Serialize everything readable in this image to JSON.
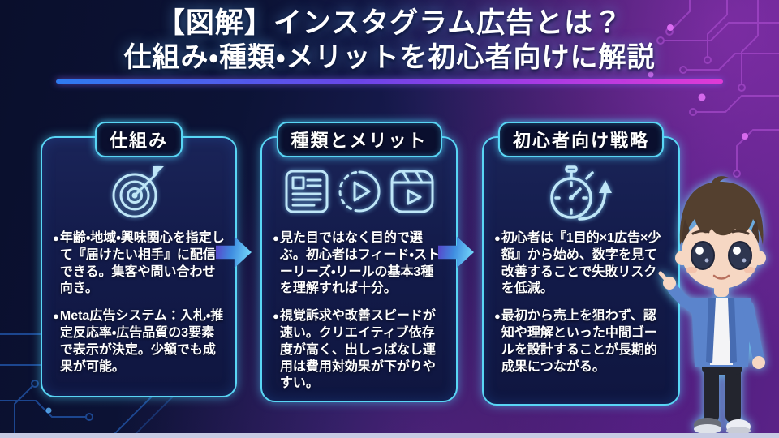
{
  "title": {
    "line1": "【図解】インスタグラム広告とは？",
    "line2": "仕組み・種類・メリットを初心者向けに解説"
  },
  "bullet_marker": "●",
  "cards": [
    {
      "header": "仕組み",
      "icons": [
        "target-dart-icon"
      ],
      "bullets": [
        "年齢・地域・興味関心を指定して『届けたい相手』に配信できる。集客や問い合わせ向き。",
        "Meta広告システム：入札・推定反応率・広告品質の3要素で表示が決定。少額でも成果が可能。"
      ]
    },
    {
      "header": "種類とメリット",
      "icons": [
        "feed-post-icon",
        "stories-play-icon",
        "reels-icon"
      ],
      "bullets": [
        "見た目ではなく目的で選ぶ。初心者はフィード・ストーリーズ・リールの基本3種を理解すれば十分。",
        "視覚訴求や改善スピードが速い。クリエイティブ依存度が高く、出しっぱなし運用は費用対効果が下がりやすい。"
      ]
    },
    {
      "header": "初心者向け戦略",
      "icons": [
        "stopwatch-growth-icon"
      ],
      "bullets": [
        "初心者は『1目的×1広告×少額』から始め、数字を見て改善することで失敗リスクを低減。",
        "最初から売上を狙わず、認知や理解といった中間ゴールを設計することが長期的成果につながる。"
      ]
    }
  ],
  "colors": {
    "background_navy": "#0b1030",
    "background_purple": "#55207f",
    "neon_cyan": "#59d6f5",
    "icon_line_blue": "#bfe6f7",
    "underline_gradient": [
      "#2e7bf0",
      "#6a46e8",
      "#e03ad6"
    ],
    "arrow_gradient": [
      "#5b3cc8",
      "#7de4ff"
    ],
    "circuit_magenta": "#a348c8",
    "circuit_blue": "#2050a0",
    "text_white": "#ffffff"
  },
  "mascot": {
    "name": "chibi-boy-mascot"
  }
}
